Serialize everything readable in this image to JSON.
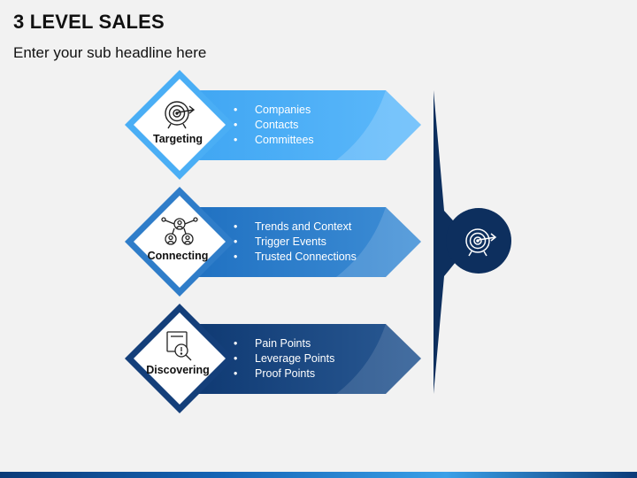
{
  "title": "3 LEVEL SALES",
  "subtitle": "Enter your sub headline here",
  "colors": {
    "level1": "#4aaef5",
    "level2": "#2f7dc9",
    "level3": "#143f7a",
    "dark": "#0d2f5e"
  },
  "levels": [
    {
      "label": "Targeting",
      "icon": "target-icon",
      "items": [
        "Companies",
        "Contacts",
        "Committees"
      ]
    },
    {
      "label": "Connecting",
      "icon": "network-people-icon",
      "items": [
        "Trends and Context",
        "Trigger Events",
        "Trusted Connections"
      ]
    },
    {
      "label": "Discovering",
      "icon": "magnify-document-icon",
      "items": [
        "Pain Points",
        "Leverage Points",
        "Proof Points"
      ]
    }
  ],
  "hub": {
    "icon": "target-icon"
  }
}
